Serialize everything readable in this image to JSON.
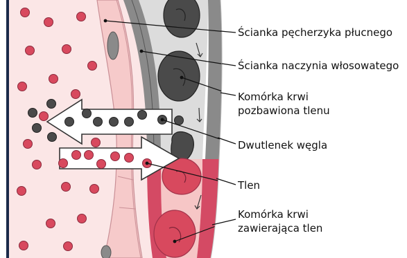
{
  "labels": {
    "alveolar_wall": "Ścianka pęcherzyka płucnego",
    "capillary_wall": "Ścianka naczynia włosowatego",
    "deoxygenated_cell_line1": "Komórka krwi",
    "deoxygenated_cell_line2": "pozbawiona tlenu",
    "carbon_dioxide": "Dwutlenek węgla",
    "oxygen": "Tlen",
    "oxygenated_cell_line1": "Komórka krwi",
    "oxygenated_cell_line2": "zawierająca tlen"
  },
  "colors": {
    "alveolus_fill": "#fbe6e6",
    "alveolar_wall": "#f6caca",
    "oxygen_dot": "#d8495e",
    "co2_dot": "#4a4a4a",
    "vessel_wall_grey": "#8a8a8a",
    "deoxygenated_blood": "#dcdcdc",
    "oxygenated_blood": "#f6c6c6",
    "oxygenated_vessel_wall": "#d44a64",
    "left_border": "#1b2a4a"
  }
}
